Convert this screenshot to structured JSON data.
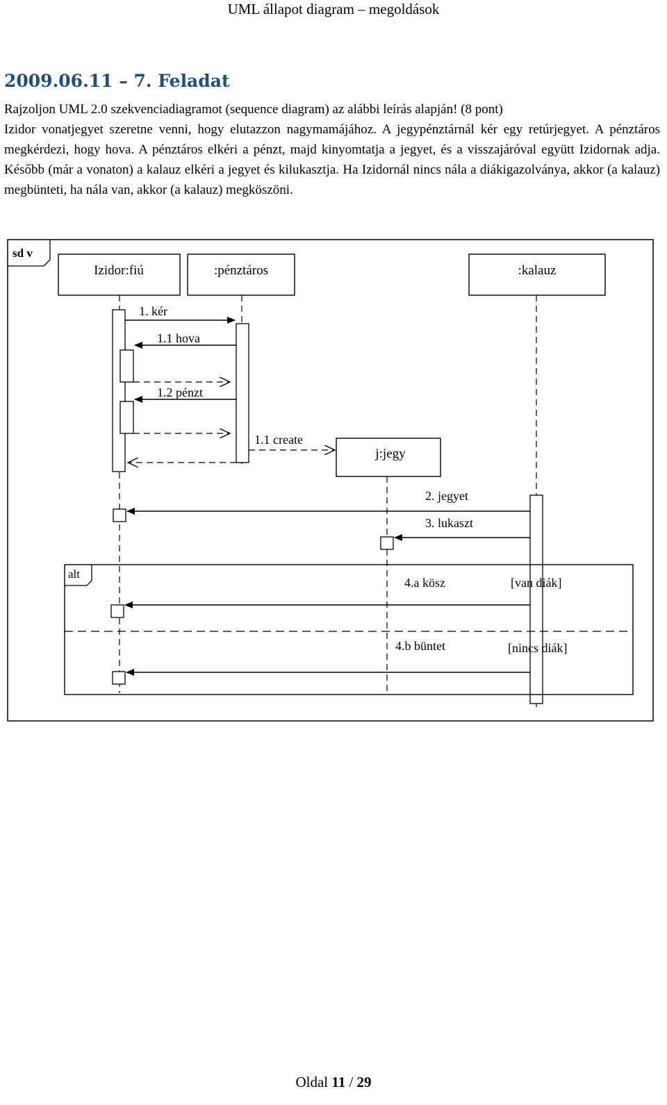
{
  "header": {
    "title": "UML állapot diagram – megoldások"
  },
  "task": {
    "title": "2009.06.11 – 7. Feladat"
  },
  "paragraphs": [
    "Rajzoljon UML 2.0 szekvenciadiagramot (sequence diagram) az alábbi leírás alapján! (8 pont)",
    "Izidor vonatjegyet szeretne venni, hogy elutazzon nagymamájához. A jegypénztárnál kér egy retúrjegyet. A pénztáros megkérdezi, hogy hova. A pénztáros elkéri a pénzt, majd kinyomtatja a jegyet, és a visszajáróval együtt Izidornak adja. Később (már a vonaton) a kalauz elkéri a jegyet és kilukasztja. Ha Izidornál nincs nála a diákigazolványa, akkor (a kalauz) megbünteti, ha nála van, akkor (a kalauz) megköszöni."
  ],
  "diagram": {
    "frame_label": "sd v",
    "lifelines": {
      "izidor": "Izidor:fiú",
      "penztaros": ":pénztáros",
      "kalauz": ":kalauz",
      "jegy": "j:jegy"
    },
    "messages": {
      "ker": "1. kér",
      "hova": "1.1 hova",
      "penzt": "1.2 pénzt",
      "create": "1.1 create",
      "jegyet": "2. jegyet",
      "lukaszt": "3. lukaszt",
      "kosz": "4.a kösz",
      "buntet": "4.b büntet"
    },
    "alt": {
      "label": "alt",
      "guard_1": "[van diák]",
      "guard_2": "[nincs diák]"
    }
  },
  "footer": {
    "prefix": "Oldal",
    "current": "11",
    "separator": "/",
    "total": "29"
  }
}
